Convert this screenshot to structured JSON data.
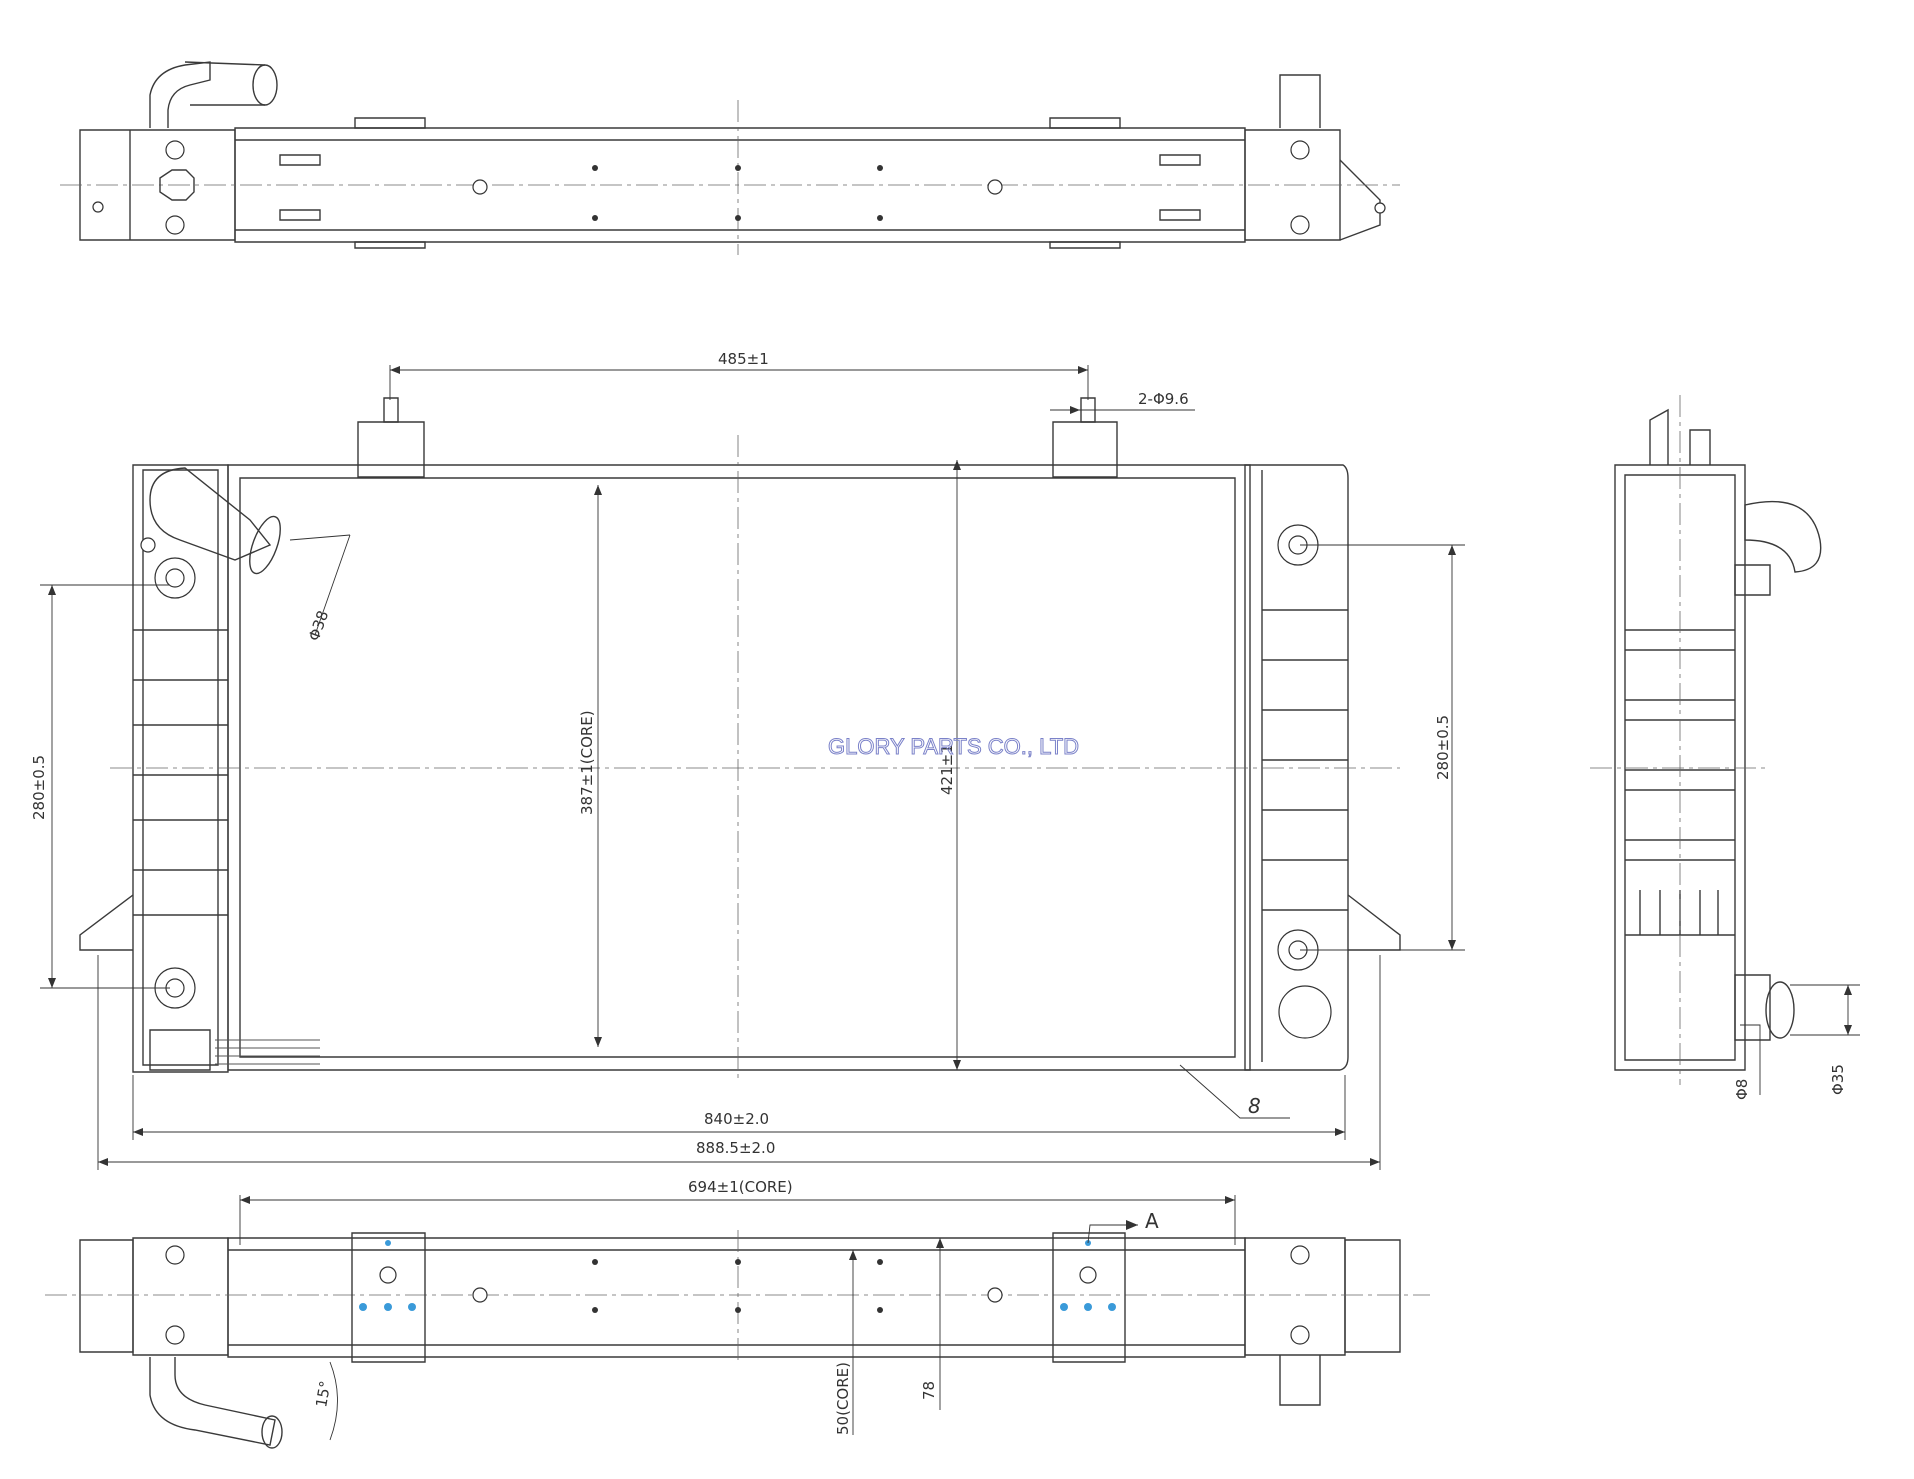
{
  "drawing": {
    "watermark": "GLORY PARTS CO., LTD",
    "dimensions": {
      "bracket_spacing": "485±1",
      "bracket_holes": "2-Φ9.6",
      "inlet_diameter": "Φ38",
      "left_tank_holes": "280±0.5",
      "right_tank_holes": "280±0.5",
      "core_height": "387±1(CORE)",
      "total_height": "421±1",
      "width_overall_tank": "840±2.0",
      "width_overall": "888.5±2.0",
      "core_width": "694±1(CORE)",
      "core_depth": "50(CORE)",
      "total_depth": "78",
      "hose_angle": "15°",
      "side_pipe_small": "Φ8",
      "side_pipe_large": "Φ35",
      "callout_8": "8",
      "view_label_a": "A"
    },
    "colors": {
      "line": "#3a3a3a",
      "watermark": "#7b82c9",
      "marker": "#3a9ad9"
    }
  }
}
